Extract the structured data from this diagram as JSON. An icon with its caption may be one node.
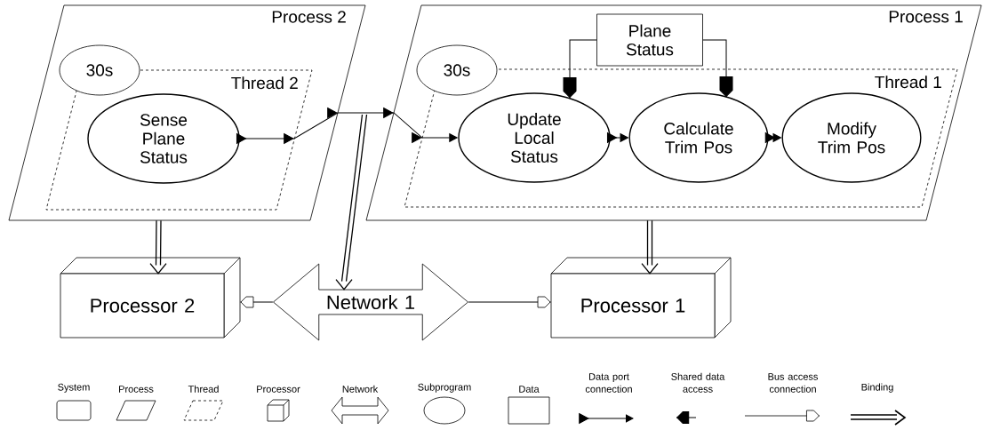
{
  "diagram": {
    "nodes": [
      {
        "text": [
          "Process 2"
        ]
      },
      {
        "text": [
          "30s"
        ],
        "in": 0
      },
      {
        "text": [
          "Thread 2"
        ],
        "in": 0
      },
      {
        "text": [
          "Sense Plane Status"
        ],
        "in": 2
      },
      {
        "text": [
          "Process 1"
        ]
      },
      {
        "text": [
          "Plane Status"
        ],
        "in": 4
      },
      {
        "text": [
          "30s"
        ],
        "in": 4
      },
      {
        "text": [
          "Thread 1"
        ],
        "in": 4
      },
      {
        "text": [
          "Update Local Status"
        ],
        "in": 7
      },
      {
        "text": [
          "Calculate Trim Pos"
        ],
        "in": 7
      },
      {
        "text": [
          "Modify Trim Pos"
        ],
        "in": 7
      },
      {
        "text": [
          "Processor 2"
        ]
      },
      {
        "text": [
          "Network 1"
        ]
      },
      {
        "text": [
          "Processor 1"
        ]
      }
    ],
    "edges": [
      {
        "from": 3,
        "to": 8,
        "arrow": "to"
      },
      {
        "from": 8,
        "to": 9,
        "arrow": "to"
      },
      {
        "from": 9,
        "to": 10,
        "arrow": "to"
      },
      {
        "from": 5,
        "to": 8,
        "arrow": "to"
      },
      {
        "from": 5,
        "to": 9,
        "arrow": "to"
      },
      {
        "from": 0,
        "to": 11,
        "arrow": "to"
      },
      {
        "from": null,
        "to": 12,
        "arrow": "to"
      },
      {
        "from": 4,
        "to": 13,
        "arrow": "to"
      },
      {
        "from": 12,
        "to": 11,
        "arrow": "to"
      },
      {
        "from": 12,
        "to": 13,
        "arrow": "to"
      }
    ],
    "legend": [
      {
        "text": "System"
      },
      {
        "text": "Process"
      },
      {
        "text": "Thread"
      },
      {
        "text": "Processor"
      },
      {
        "text": "Network"
      },
      {
        "text": "Subprogram"
      },
      {
        "text": "Data"
      },
      {
        "text": "Data port connection"
      },
      {
        "text": "Shared data access"
      },
      {
        "text": "Bus access connection"
      },
      {
        "text": "Binding"
      }
    ]
  }
}
